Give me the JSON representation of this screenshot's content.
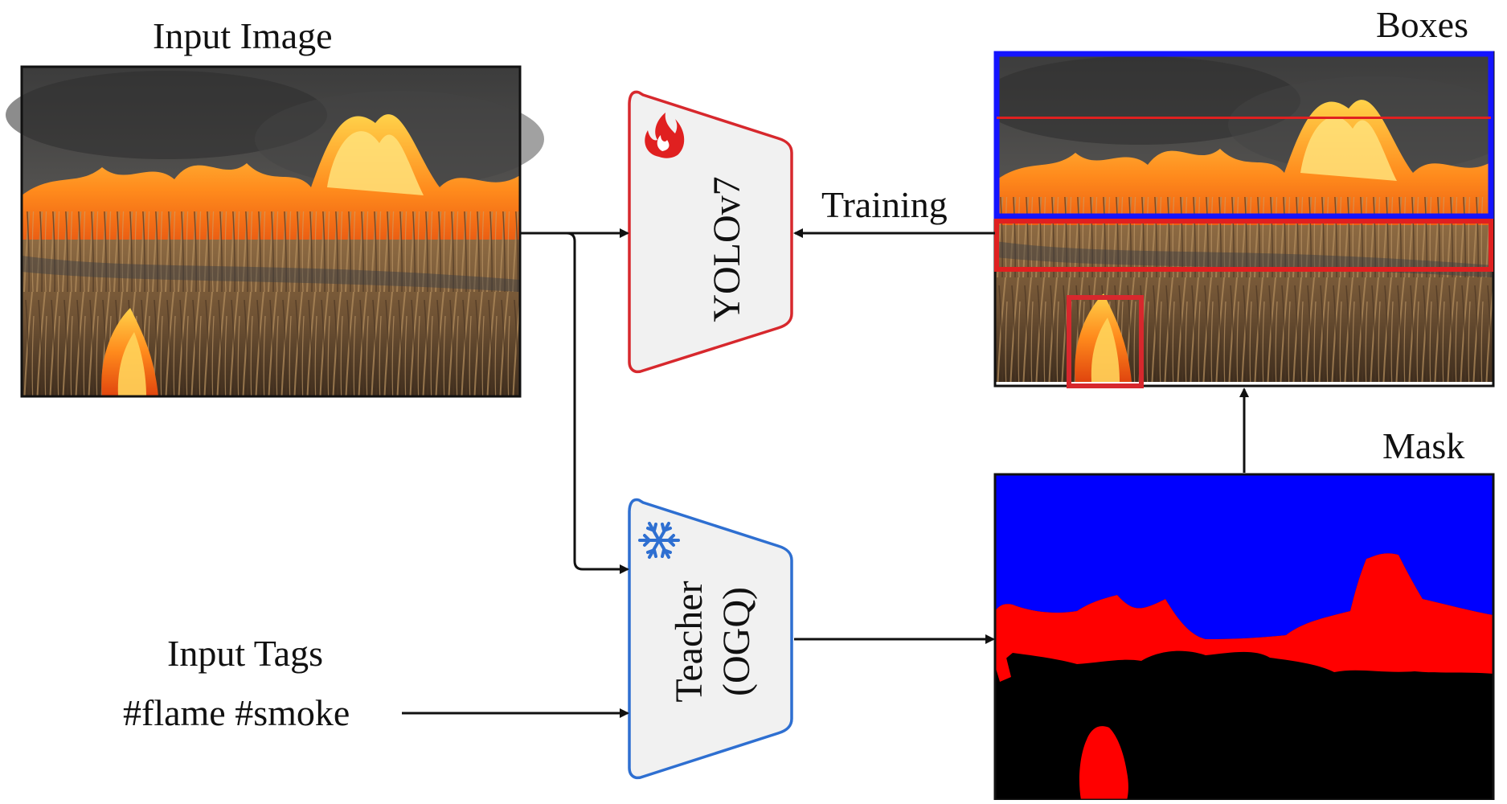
{
  "labels": {
    "input_image": "Input Image",
    "boxes": "Boxes",
    "mask": "Mask",
    "training": "Training",
    "input_tags": "Input Tags",
    "tags": "#flame #smoke"
  },
  "models": {
    "student": {
      "name": "YOLOv7",
      "icon": "flame-icon"
    },
    "teacher": {
      "line1": "Teacher",
      "line2": "(OGQ)",
      "icon": "snowflake-icon"
    }
  },
  "colors": {
    "student_border": "#d7282d",
    "teacher_border": "#2e6fd1",
    "box_red": "#e02020",
    "box_blue": "#1414ff",
    "mask_smoke": "#0000ff",
    "mask_flame": "#ff0000",
    "mask_background": "#000000",
    "arrow": "#111111"
  }
}
